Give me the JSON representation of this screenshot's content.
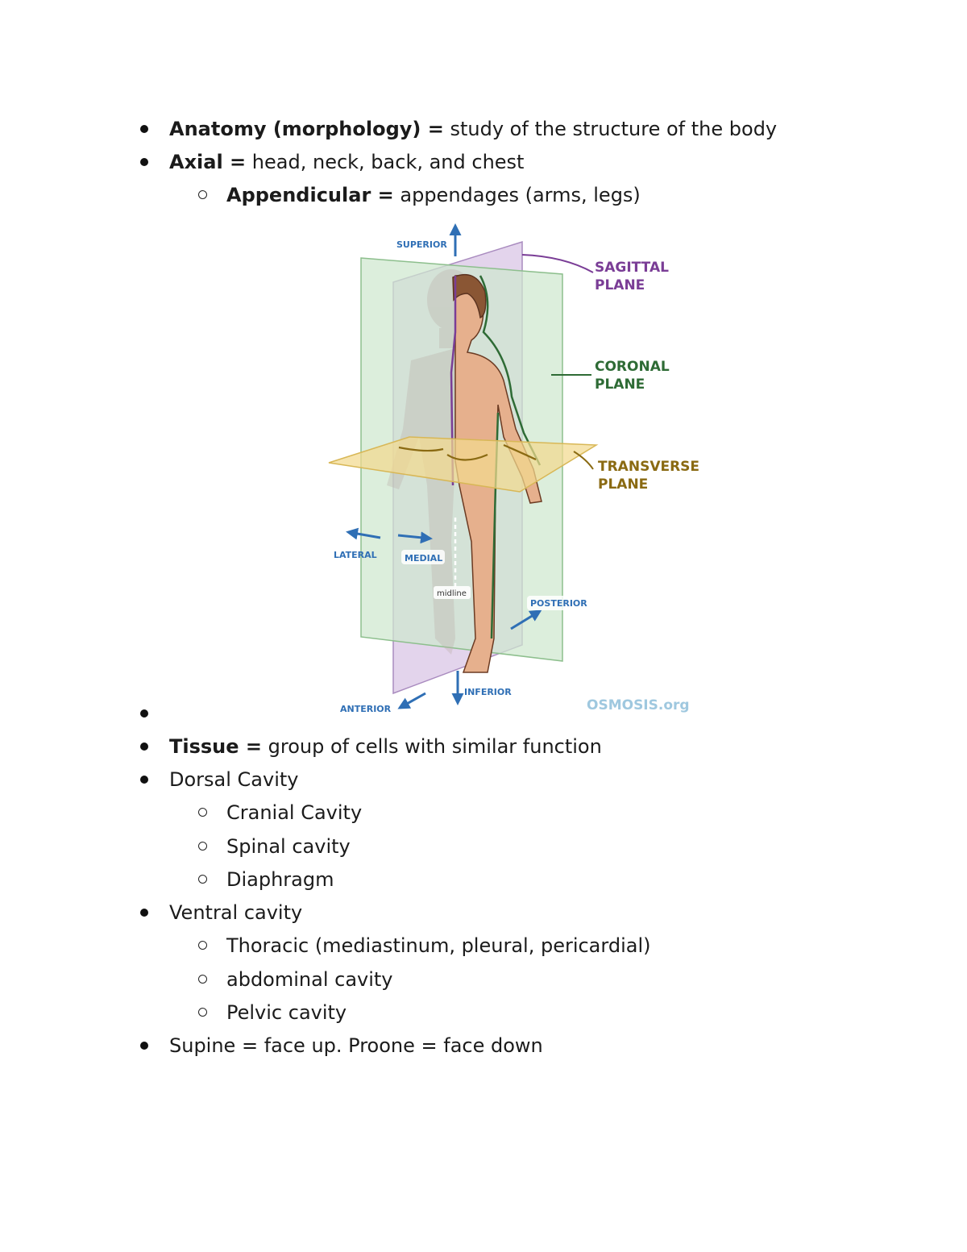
{
  "notes": {
    "item1": {
      "term": "Anatomy (morphology) =",
      "def": " study of the structure of the body"
    },
    "item2": {
      "term": "Axial =",
      "def": " head, neck, back, and chest"
    },
    "item3": {
      "term": "Appendicular =",
      "def": " appendages (arms, legs)"
    },
    "item5": {
      "term": "Tissue =",
      "def": " group of cells with similar function"
    },
    "item6": "Dorsal Cavity",
    "item7": "Cranial Cavity",
    "item8": "Spinal cavity",
    "item9": "Diaphragm",
    "item10": "Ventral cavity",
    "item11": "Thoracic (mediastinum, pleural, pericardial)",
    "item12": "abdominal cavity",
    "item13": "Pelvic cavity",
    "item14": "Supine = face up. Proone = face down"
  },
  "figure": {
    "superior": "SUPERIOR",
    "inferior": "INFERIOR",
    "anterior": "ANTERIOR",
    "posterior": "POSTERIOR",
    "lateral": "LATERAL",
    "medial": "MEDIAL",
    "midline": "midline",
    "sagittal_1": "SAGITTAL",
    "sagittal_2": "PLANE",
    "coronal_1": "CORONAL",
    "coronal_2": "PLANE",
    "transverse_1": "TRANSVERSE",
    "transverse_2": "PLANE",
    "logo": "OSMOSIS.org",
    "colors": {
      "direction": "#2f6fb5",
      "sagittal": "#7a3d96",
      "coronal": "#2e6b35",
      "transverse": "#8a6a12",
      "coronal_fill": "#cfe8cf",
      "sagittal_fill": "#d9c6e6",
      "transverse_fill": "#f3d98f",
      "skin": "#e6b08d"
    }
  }
}
